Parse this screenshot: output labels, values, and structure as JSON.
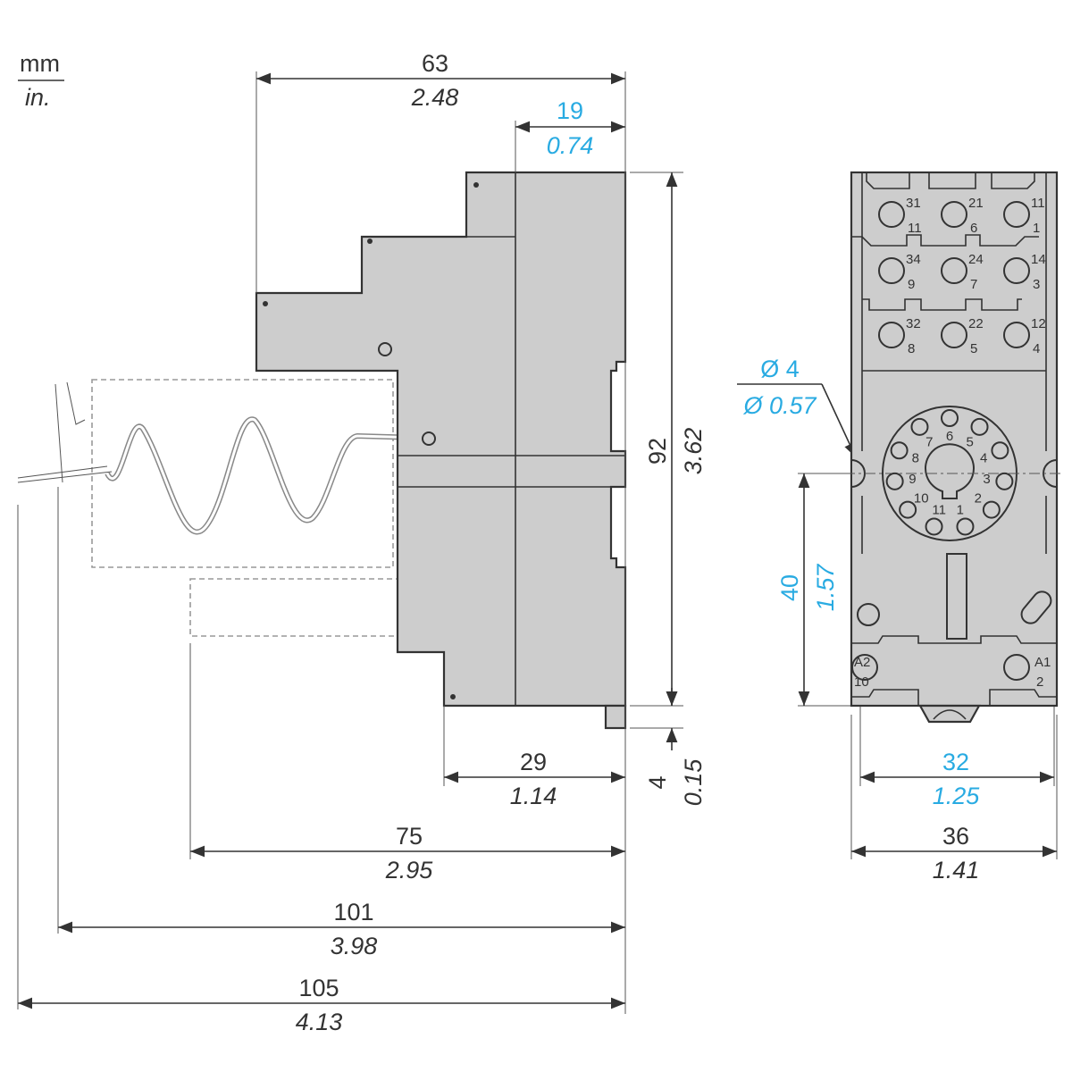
{
  "units": {
    "primary": "mm",
    "secondary": "in."
  },
  "colors": {
    "highlight": "#29abe2",
    "body": "#cdcdcd",
    "line": "#333333"
  },
  "dimensions": {
    "width_overall": {
      "mm": "63",
      "in": "2.48"
    },
    "top_offset": {
      "mm": "19",
      "in": "0.74"
    },
    "height": {
      "mm": "92",
      "in": "3.62"
    },
    "base_depth": {
      "mm": "29",
      "in": "1.14"
    },
    "rail_stub": {
      "mm": "4",
      "in": "0.15"
    },
    "depth_75": {
      "mm": "75",
      "in": "2.95"
    },
    "depth_101": {
      "mm": "101",
      "in": "3.98"
    },
    "depth_105": {
      "mm": "105",
      "in": "4.13"
    },
    "hole_dia": {
      "mm": "Ø 4",
      "in": "Ø 0.57"
    },
    "hole_to_bottom": {
      "mm": "40",
      "in": "1.57"
    },
    "hole_spacing": {
      "mm": "32",
      "in": "1.25"
    },
    "front_width": {
      "mm": "36",
      "in": "1.41"
    }
  },
  "terminals": [
    {
      "top": "31",
      "bottom": "11"
    },
    {
      "top": "21",
      "bottom": "6"
    },
    {
      "top": "11",
      "bottom": "1"
    },
    {
      "top": "34",
      "bottom": "9"
    },
    {
      "top": "24",
      "bottom": "7"
    },
    {
      "top": "14",
      "bottom": "3"
    },
    {
      "top": "32",
      "bottom": "8"
    },
    {
      "top": "22",
      "bottom": "5"
    },
    {
      "top": "12",
      "bottom": "4"
    }
  ],
  "coil_terminals": {
    "left_top": "A2",
    "left_bottom": "10",
    "right_top": "A1",
    "right_bottom": "2"
  },
  "socket_pins": [
    "6",
    "5",
    "4",
    "3",
    "2",
    "1",
    "11",
    "10",
    "9",
    "8",
    "7"
  ]
}
